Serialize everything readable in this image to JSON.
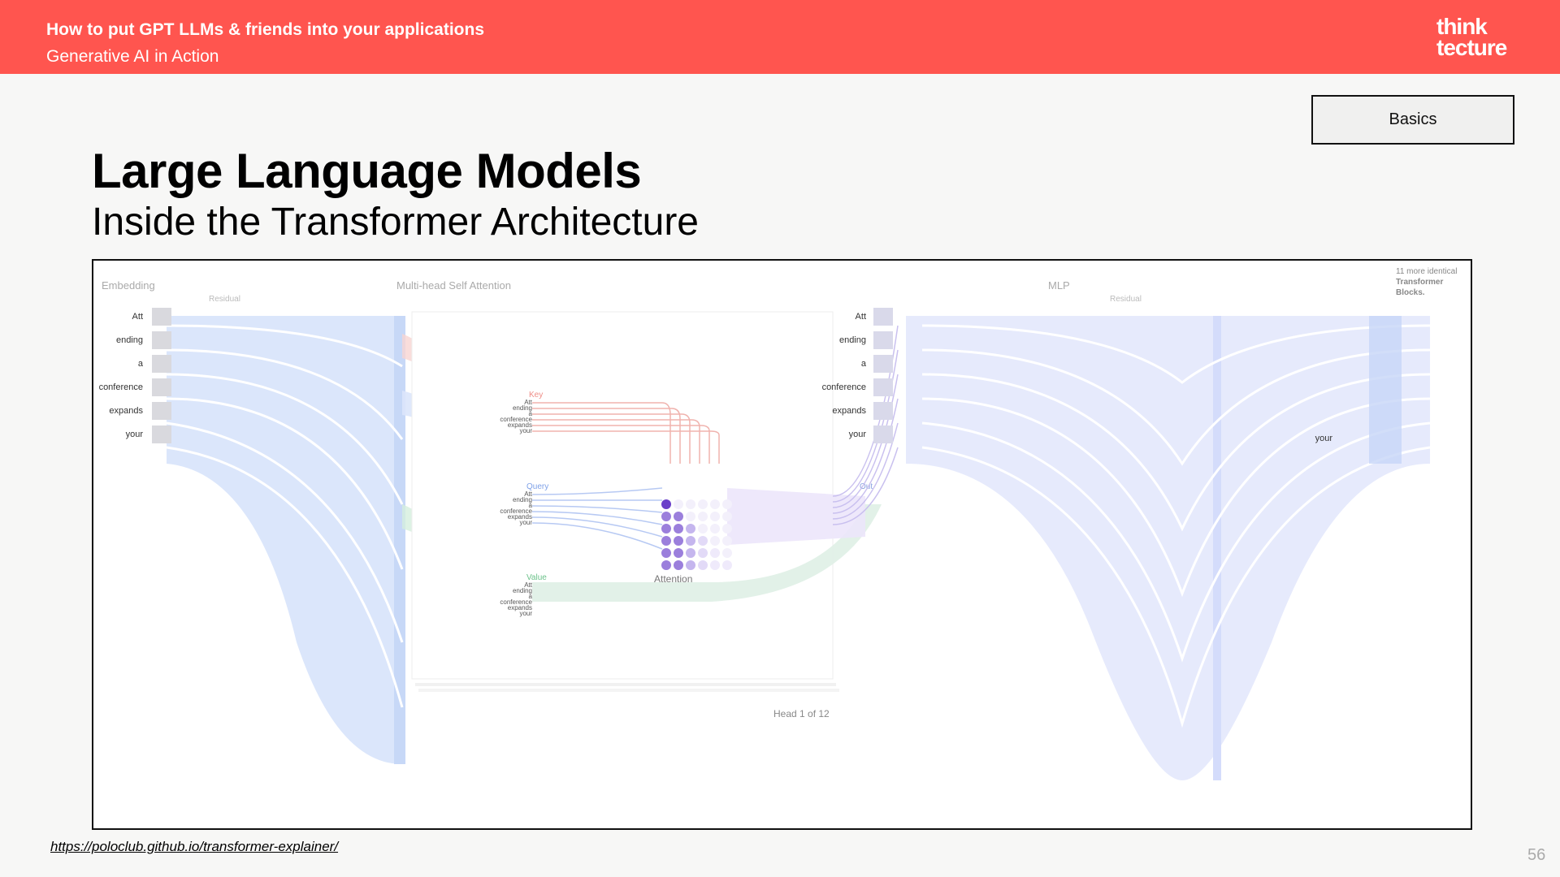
{
  "header": {
    "title": "How to put GPT LLMs & friends into your applications",
    "subtitle": "Generative AI in Action",
    "logo_line1": "think",
    "logo_line2": "tecture"
  },
  "tag": "Basics",
  "slide": {
    "title": "Large Language Models",
    "subtitle": "Inside the Transformer Architecture"
  },
  "diagram": {
    "sections": {
      "embedding": "Embedding",
      "residual": "Residual",
      "attention": "Multi-head Self Attention",
      "mlp": "MLP",
      "mlp_residual": "Residual",
      "more_blocks": [
        "11 more identical",
        "Transformer",
        "Blocks."
      ]
    },
    "tokens": [
      "Att",
      "ending",
      "a",
      "conference",
      "expands",
      "your"
    ],
    "qkv": [
      "Q",
      "K",
      "V"
    ],
    "labels": {
      "key": "Key",
      "query": "Query",
      "value": "Value",
      "out": "Out",
      "attention": "Attention",
      "head": "Head 1 of 12"
    },
    "colors": {
      "embedding": "#cfe0fb",
      "key": "#f4b9b6",
      "query": "#b9cdf4",
      "value": "#bfe6cc",
      "attention_dot": "#6a3fc9",
      "mlp": "#dde3fb"
    }
  },
  "footer": {
    "link": "https://poloclub.github.io/transformer-explainer/",
    "page": "56"
  }
}
